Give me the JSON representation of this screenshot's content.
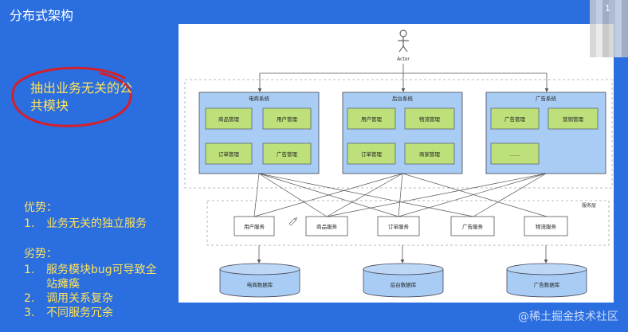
{
  "slide": {
    "title": "分布式架构",
    "note": "抽出业务无关的公共模块",
    "advantages": {
      "heading": "优势：",
      "items": [
        {
          "num": "1.",
          "text": "业务无关的独立服务"
        }
      ]
    },
    "disadvantages": {
      "heading": "劣势：",
      "items": [
        {
          "num": "1.",
          "text": "服务模块bug可导致全站瘫痪"
        },
        {
          "num": "2.",
          "text": "调用关系复杂"
        },
        {
          "num": "3.",
          "text": "不同服务冗余"
        }
      ]
    },
    "watermark": "@稀土掘金技术社区",
    "corner_mark": "1"
  },
  "diagram": {
    "actor_label": "Actor",
    "service_layer_label": "服务层",
    "systems": [
      {
        "title": "电商系统",
        "modules": [
          "商品管理",
          "用户管理",
          "订单管理",
          "广告管理"
        ]
      },
      {
        "title": "后台系统",
        "modules": [
          "用户管理",
          "物流管理",
          "订单管理",
          "商家管理"
        ]
      },
      {
        "title": "广告系统",
        "modules": [
          "广告管理",
          "营销管理",
          "......"
        ]
      }
    ],
    "services": [
      "用户服务",
      "商品服务",
      "订单服务",
      "广告服务",
      "物流服务"
    ],
    "databases": [
      "电商数据库",
      "后台数据库",
      "广告数据库"
    ],
    "colors": {
      "background": "#2a6ee0",
      "system_fill": "#a8ccf3",
      "module_fill": "#bde07a",
      "accent_text": "#ffe35a",
      "annotation": "#d4202a"
    }
  }
}
